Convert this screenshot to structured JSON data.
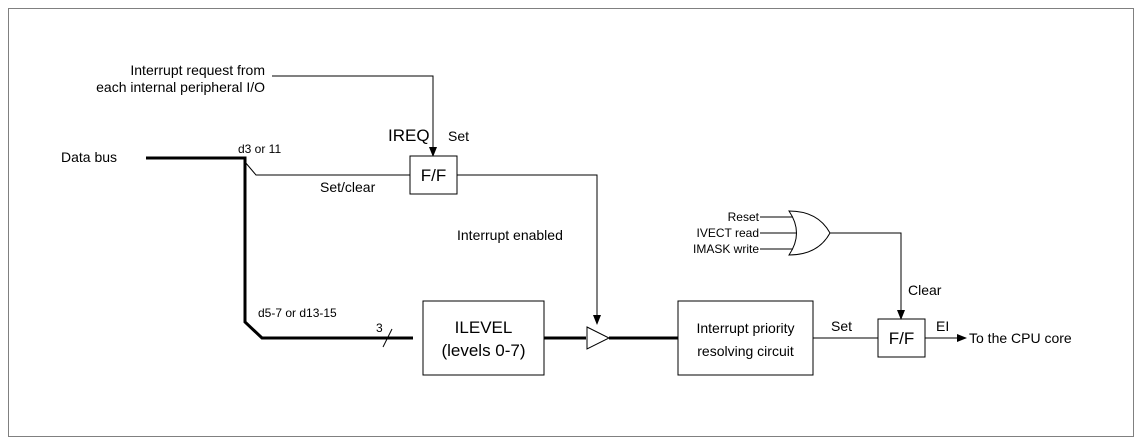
{
  "inputs": {
    "interrupt_request_line1": "Interrupt request from",
    "interrupt_request_line2": "each internal peripheral I/O",
    "data_bus": "Data bus"
  },
  "bus_labels": {
    "bits_irq": "d3 or 11",
    "bits_level": "d5-7 or d13-15",
    "bus_width": "3"
  },
  "irq_ff": {
    "name": "IREQ",
    "label": "F/F",
    "set": "Set",
    "set_clear": "Set/clear"
  },
  "interrupt_enabled": "Interrupt enabled",
  "ilevel": {
    "line1": "ILEVEL",
    "line2": "(levels 0-7)"
  },
  "priority": {
    "line1": "Interrupt priority",
    "line2": "resolving circuit"
  },
  "or_gate_inputs": [
    "Reset",
    "IVECT read",
    "IMASK write"
  ],
  "ei_ff": {
    "label": "F/F",
    "set": "Set",
    "clear": "Clear",
    "output": "EI"
  },
  "output_target": "To the CPU core"
}
